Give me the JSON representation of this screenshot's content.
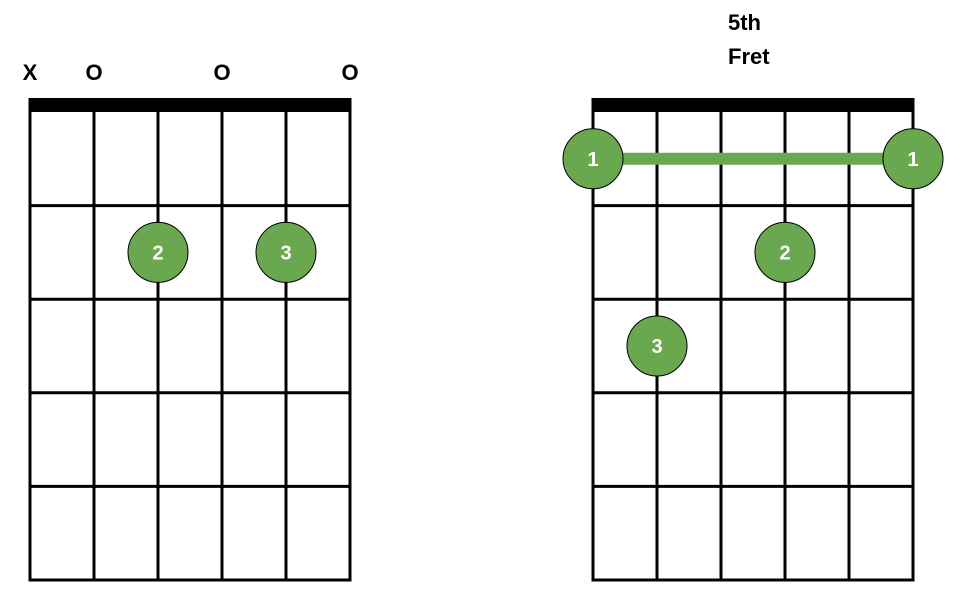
{
  "colors": {
    "dot": "#6aa84f",
    "barre": "#6aa84f",
    "grid": "#000000",
    "label": "#ffffff"
  },
  "diagrams": [
    {
      "id": "left",
      "string_count": 6,
      "fret_count": 5,
      "position_label": [],
      "open_markers": [
        {
          "string": 1,
          "text": "X"
        },
        {
          "string": 2,
          "text": "O"
        },
        {
          "string": 4,
          "text": "O"
        },
        {
          "string": 6,
          "text": "O"
        }
      ],
      "dots": [
        {
          "string": 3,
          "fret": 2,
          "finger": "2"
        },
        {
          "string": 5,
          "fret": 2,
          "finger": "3"
        }
      ],
      "barre": null
    },
    {
      "id": "right",
      "string_count": 6,
      "fret_count": 5,
      "position_label": [
        "5th",
        "Fret"
      ],
      "open_markers": [],
      "dots": [
        {
          "string": 1,
          "fret": 1,
          "finger": "1"
        },
        {
          "string": 6,
          "fret": 1,
          "finger": "1"
        },
        {
          "string": 4,
          "fret": 2,
          "finger": "2"
        },
        {
          "string": 2,
          "fret": 3,
          "finger": "3"
        }
      ],
      "barre": {
        "fret": 1,
        "from_string": 1,
        "to_string": 6
      }
    }
  ]
}
